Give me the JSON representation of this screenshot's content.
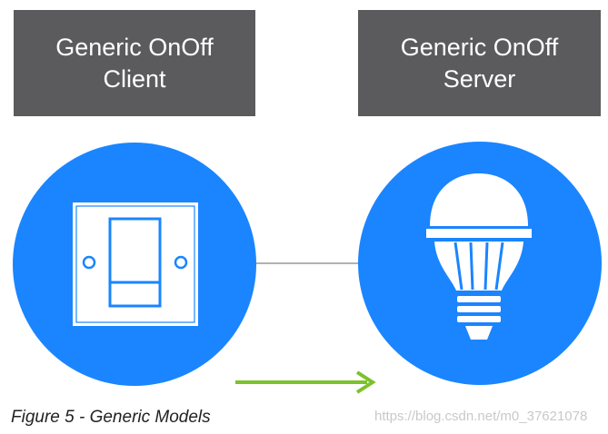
{
  "client_box": {
    "line1": "Generic OnOff",
    "line2": "Client"
  },
  "server_box": {
    "line1": "Generic OnOff",
    "line2": "Server"
  },
  "caption": "Figure 5 - Generic Models",
  "watermark": "https://blog.csdn.net/m0_37621078",
  "colors": {
    "label_background": "#5b5b5e",
    "circle_fill": "#1a85ff",
    "arrow": "#7cc22a",
    "connector": "#666666"
  },
  "icons": {
    "client": "light-switch-icon",
    "server": "light-bulb-icon"
  }
}
